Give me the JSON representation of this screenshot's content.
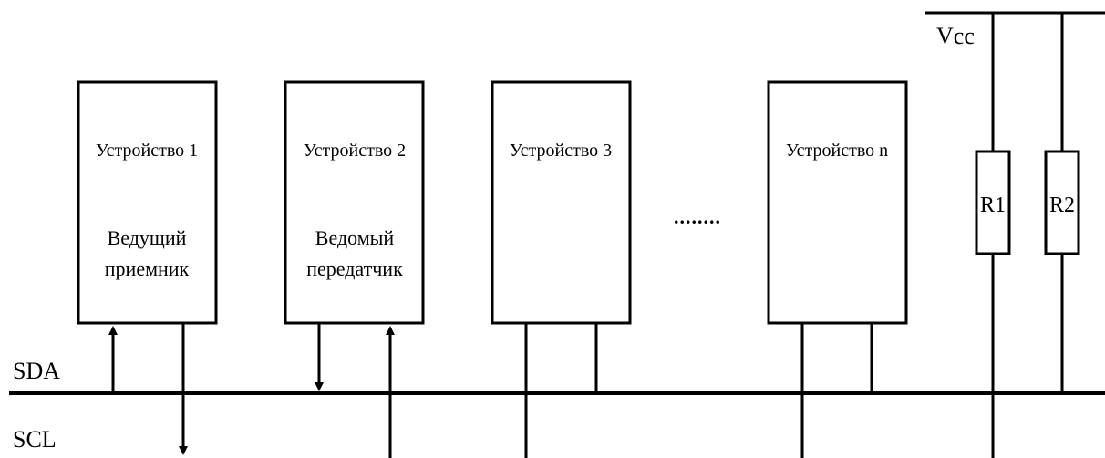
{
  "devices": [
    {
      "title": "Устройство 1",
      "role_line1": "Ведущий",
      "role_line2": "приемник"
    },
    {
      "title": "Устройство 2",
      "role_line1": "Ведомый",
      "role_line2": "передатчик"
    },
    {
      "title": "Устройство 3",
      "role_line1": "",
      "role_line2": ""
    },
    {
      "title": "Устройство n",
      "role_line1": "",
      "role_line2": ""
    }
  ],
  "ellipsis": "........",
  "bus": {
    "sda_label": "SDA",
    "scl_label": "SCL",
    "vcc_label": "Vcc"
  },
  "resistors": [
    {
      "label": "R1"
    },
    {
      "label": "R2"
    }
  ],
  "colors": {
    "stroke": "#000000",
    "background": "#ffffff"
  }
}
